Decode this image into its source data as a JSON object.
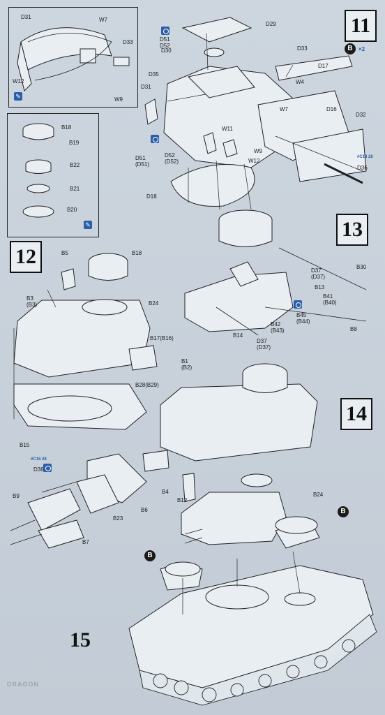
{
  "steps": {
    "s11": "11",
    "s12": "12",
    "s13": "13",
    "s14": "14",
    "s15": "15"
  },
  "badges": {
    "b_option": "B",
    "x2": "×2",
    "b14": "B",
    "b15": "B"
  },
  "tags": {
    "ref_d36_top": "#C18 28",
    "ref_d36_bottom": "#C18 28"
  },
  "labels": {
    "D29": "D29",
    "D51_D52": "D51\nD52",
    "D30": "D30",
    "D33": "D33",
    "D17": "D17",
    "D35": "D35",
    "W4": "W4",
    "D31": "D31",
    "W7": "W7",
    "D16": "D16",
    "D32": "D32",
    "W11": "W11",
    "D51_D51": "D51\n(D51)",
    "D52_D52": "D52\n(D52)",
    "W9": "W9",
    "W12": "W12",
    "D36": "D36",
    "D18": "D18",
    "inset_D31": "D31",
    "inset_W7": "W7",
    "inset_D33": "D33",
    "inset_W12": "W12",
    "inset_W9": "W9",
    "B18_inset": "B18",
    "B19": "B19",
    "B22": "B22",
    "B21": "B21",
    "B20": "B20",
    "B5": "B5",
    "B18": "B18",
    "B3_B3": "B3\n(B3)",
    "B24": "B24",
    "B17_B16": "B17(B16)",
    "B1_B2": "B1\n(B2)",
    "B28_B29": "B28(B29)",
    "B15": "B15",
    "D37_D37_a": "D37\n(D37)",
    "B30": "B30",
    "B13": "B13",
    "B41_B40": "B41\n(B40)",
    "B45_B44": "B45\n(B44)",
    "B42_B43": "B42\n(B43)",
    "B14": "B14",
    "B8": "B8",
    "D37_D37_b": "D37\n(D37)",
    "D36_b": "D36",
    "B9": "B9",
    "B4": "B4",
    "B12": "B12",
    "B23": "B23",
    "B6": "B6",
    "B7": "B7",
    "B24_b": "B24"
  },
  "footer": "DRAGON"
}
